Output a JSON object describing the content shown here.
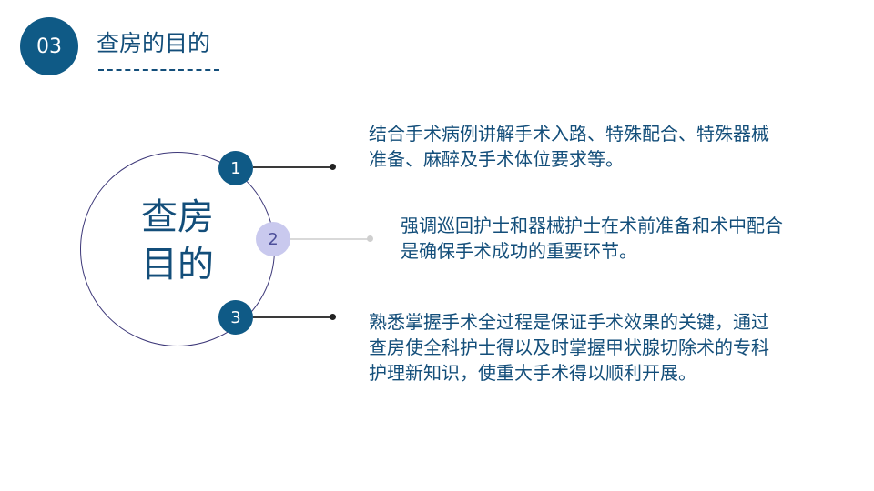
{
  "header": {
    "number": "03",
    "title": "查房的目的"
  },
  "center": {
    "line1": "查房",
    "line2": "目的"
  },
  "nodes": [
    {
      "label": "1"
    },
    {
      "label": "2"
    },
    {
      "label": "3"
    }
  ],
  "points": [
    "结合手术病例讲解手术入路、特殊配合、特殊器械准备、麻醉及手术体位要求等。",
    "强调巡回护士和器械护士在术前准备和术中配合是确保手术成功的重要环节。",
    "熟悉掌握手术全过程是保证手术效果的关键，通过查房使全科护士得以及时掌握甲状腺切除术的专科护理新知识，使重大手术得以顺利开展。"
  ],
  "colors": {
    "primary": "#0f5a86",
    "muted_node": "#c9c9ee",
    "ring": "#3c3778",
    "text": "#134e7a"
  }
}
